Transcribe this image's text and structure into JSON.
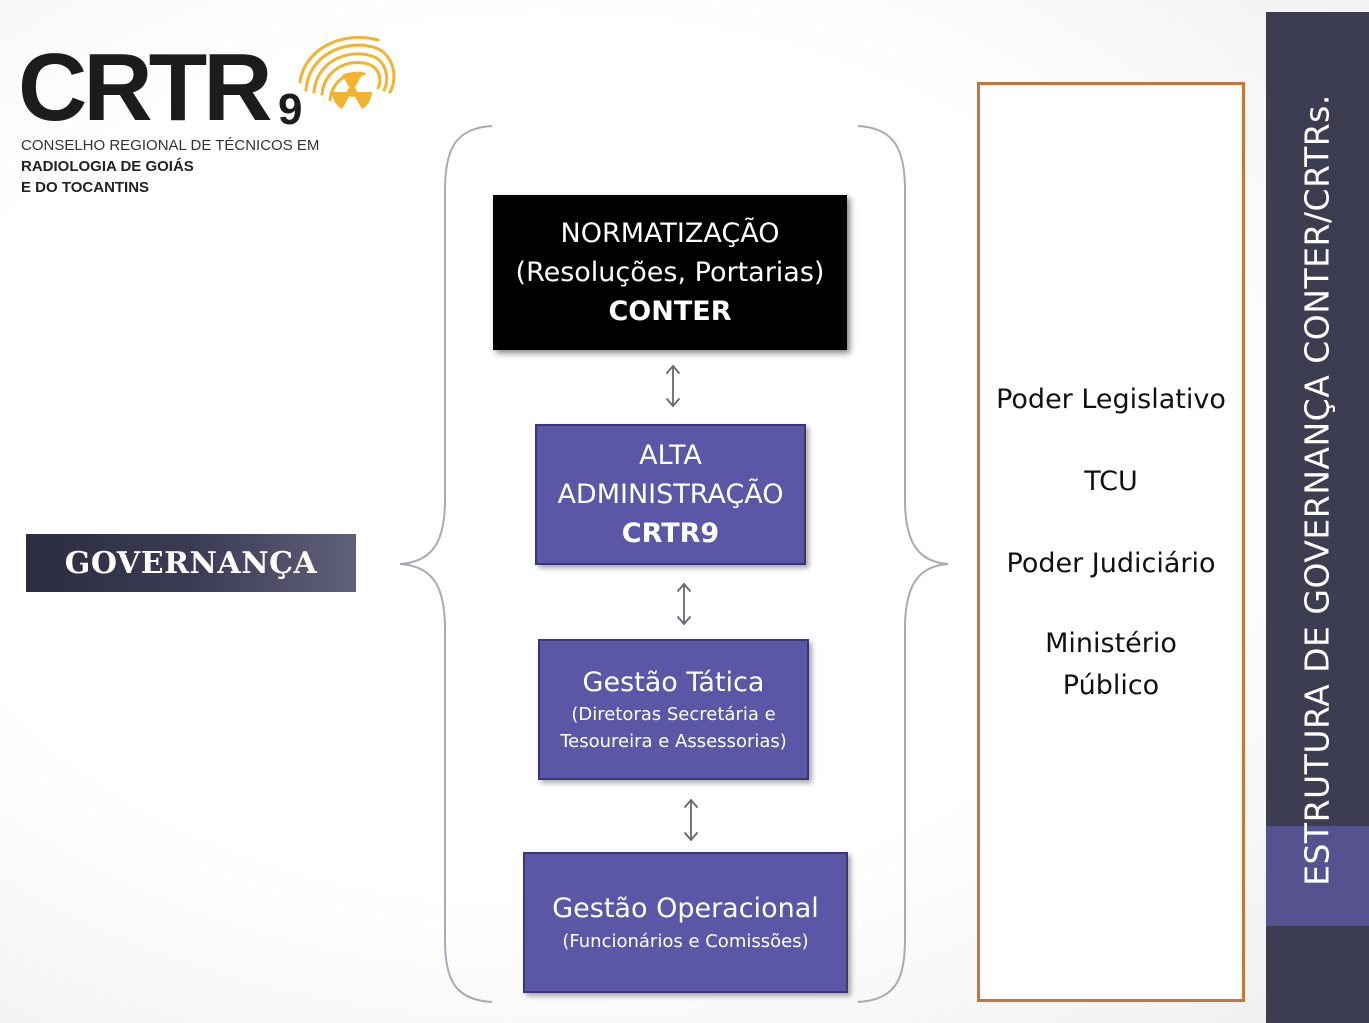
{
  "logo": {
    "wordmark": "CRTR",
    "number": "9",
    "subtitle_line1": "CONSELHO REGIONAL DE TÉCNICOS EM",
    "subtitle_line2": "RADIOLOGIA DE GOIÁS",
    "subtitle_line3": "E DO TOCANTINS",
    "symbol_icon": "radiation-symbol-icon"
  },
  "left_label": "GOVERNANÇA",
  "hierarchy": {
    "normatizacao": {
      "line1": "NORMATIZAÇÃO",
      "line2": "(Resoluções, Portarias)",
      "line3": "CONTER"
    },
    "alta": {
      "line1": "ALTA",
      "line2": "ADMINISTRAÇÃO",
      "line3": "CRTR9"
    },
    "tatica": {
      "title": "Gestão Tática",
      "sub1": "(Diretoras Secretária e",
      "sub2": "Tesoureira e Assessorias)"
    },
    "operacional": {
      "title": "Gestão Operacional",
      "sub": "(Funcionários e Comissões)"
    }
  },
  "external": {
    "item1": "Poder Legislativo",
    "item2": "TCU",
    "item3": "Poder Judiciário",
    "item4_line1": "Ministério",
    "item4_line2": "Público"
  },
  "side_title": "ESTRUTURA DE GOVERNANÇA CONTER/CRTRs.",
  "colors": {
    "purple_box": "#5b57a6",
    "black_box": "#000000",
    "right_border": "#c8743a",
    "side_bar": "#3d3d52",
    "logo_symbol": "#f2b430"
  }
}
